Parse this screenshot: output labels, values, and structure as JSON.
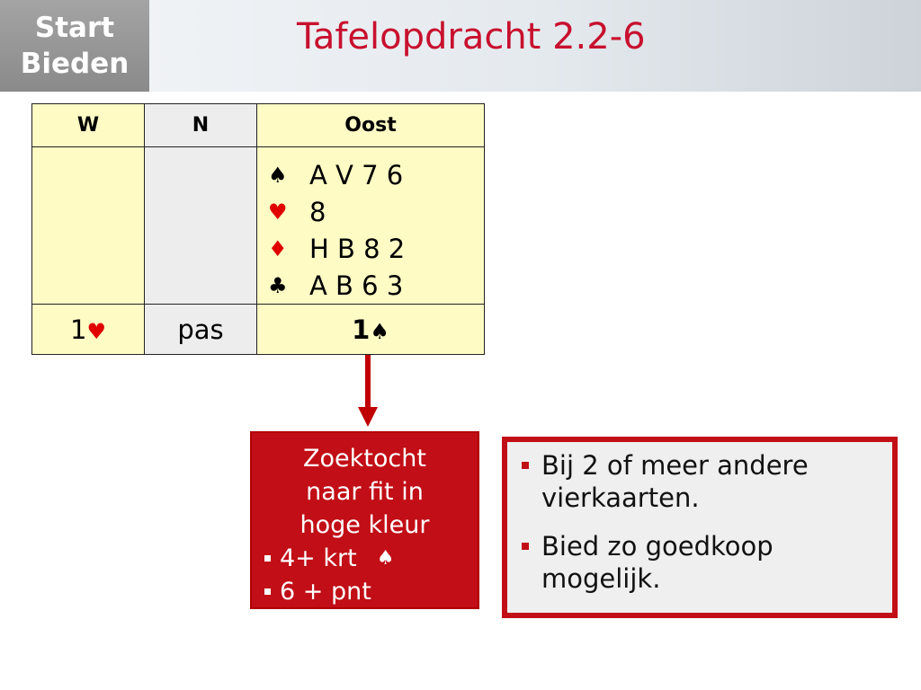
{
  "header": {
    "logo_line1": "Start",
    "logo_line2": "Bieden",
    "title": "Tafelopdracht 2.2-6"
  },
  "table": {
    "columns": [
      "W",
      "N",
      "Oost"
    ],
    "hand": [
      {
        "suit": "♠",
        "cards": "A V 7 6"
      },
      {
        "suit": "♥",
        "cards": "8"
      },
      {
        "suit": "♦",
        "cards": "H B 8 2"
      },
      {
        "suit": "♣",
        "cards": "A B 6 3"
      }
    ],
    "bids": {
      "west_level": "1",
      "west_suit": "♥",
      "north": "pas",
      "east_level": "1",
      "east_suit": "♠"
    }
  },
  "red_box": {
    "line1": "Zoektocht",
    "line2": "naar fit in",
    "line3": "hoge kleur",
    "bullet1": "4+ krt",
    "bullet1_suit": "♠",
    "bullet2": "6 + pnt"
  },
  "info_box": {
    "items": [
      "Bij 2 of meer andere vierkaarten.",
      "Bied zo goedkoop mogelijk."
    ]
  },
  "colors": {
    "accent_red": "#c20e16",
    "title_red": "#c8102e",
    "cell_yellow": "#fffbc5",
    "cell_grey": "#ededed"
  }
}
